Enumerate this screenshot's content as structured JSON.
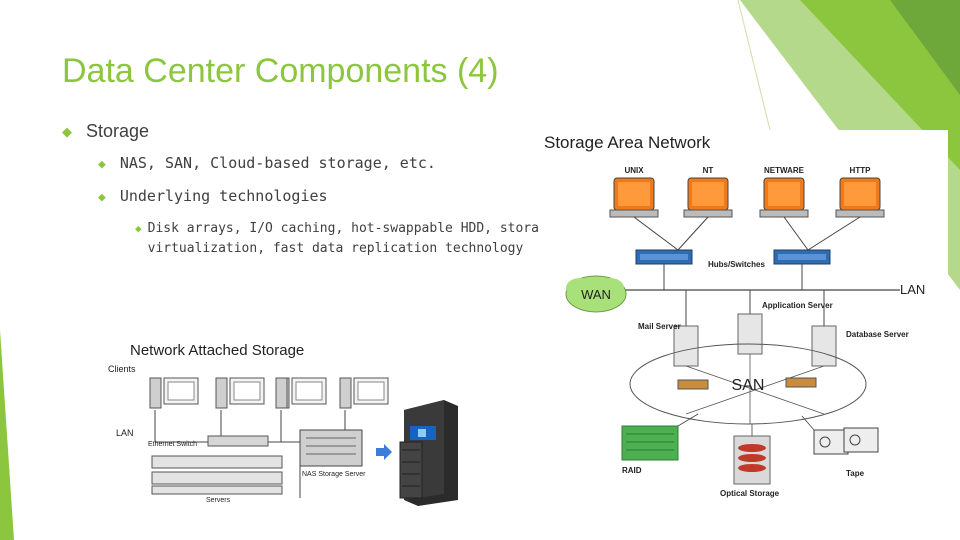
{
  "slide": {
    "title": "Data Center Components (4)",
    "accent_color": "#8cc63f",
    "bullets": [
      {
        "level": 1,
        "text": "Storage"
      },
      {
        "level": 2,
        "text": "NAS, SAN, Cloud-based storage, etc."
      },
      {
        "level": 2,
        "text": "Underlying technologies"
      },
      {
        "level": 3,
        "text": "Disk arrays, I/O caching, hot-swappable HDD, storage virtualization, fast data replication technology"
      }
    ]
  },
  "san_diagram": {
    "title": "Storage Area Network",
    "clients": [
      "UNIX",
      "NT",
      "NETWARE",
      "HTTP"
    ],
    "switch_label": "Hubs/Switches",
    "wan_label": "WAN",
    "lan_label": "LAN",
    "servers": [
      "Mail Server",
      "Application Server",
      "Database Server"
    ],
    "san_label": "SAN",
    "storage": [
      "RAID",
      "Optical Storage",
      "Tape"
    ]
  },
  "nas_diagram": {
    "title": "Network Attached Storage",
    "clients_label": "Clients",
    "lan_label": "LAN",
    "switch_label": "Ethernet Switch",
    "nas_label": "NAS Storage Server",
    "servers_label": "Servers"
  }
}
